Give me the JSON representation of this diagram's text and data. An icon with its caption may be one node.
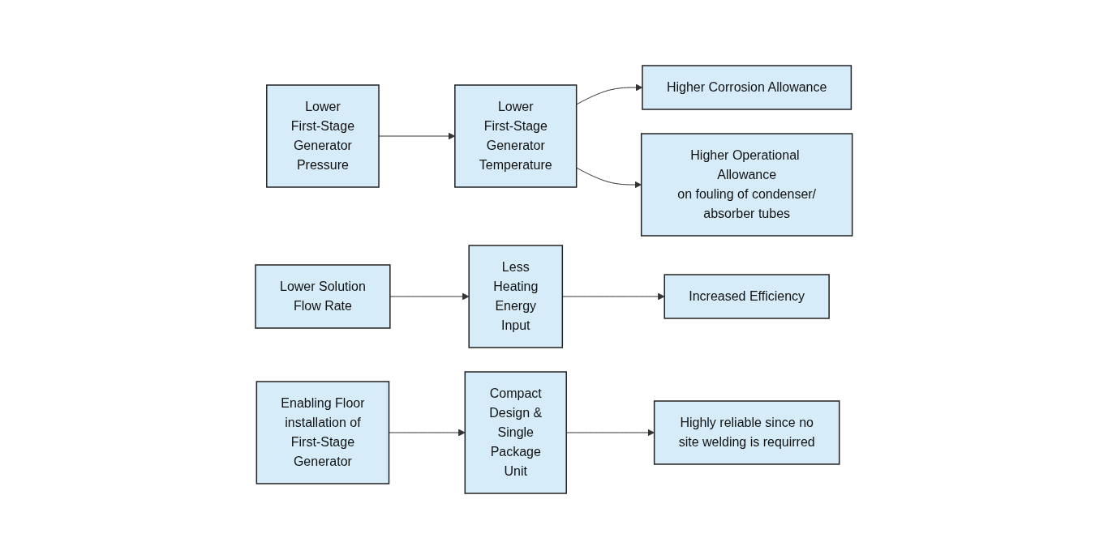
{
  "diagram": {
    "nodes": [
      {
        "text": [
          "Lower First-Stage Generator Pressure"
        ]
      },
      {
        "text": [
          "Lower First-Stage Generator Temperature"
        ]
      },
      {
        "text": [
          "Higher Corrosion Allowance"
        ]
      },
      {
        "text": [
          "Higher Operational Allowance on fouling of condenser/ absorber tubes"
        ]
      },
      {
        "text": [
          "Lower Solution Flow Rate"
        ]
      },
      {
        "text": [
          "Less Heating Energy Input"
        ]
      },
      {
        "text": [
          "Increased Efficiency"
        ]
      },
      {
        "text": [
          "Enabling Floor installation of First-Stage Generator"
        ]
      },
      {
        "text": [
          "Compact Design & Single Package Unit"
        ]
      },
      {
        "text": [
          "Highly reliable since no site welding is requirred"
        ]
      }
    ],
    "edges": [
      {
        "from": 0,
        "to": 1,
        "arrow": "to"
      },
      {
        "from": 1,
        "to": 2,
        "arrow": "to"
      },
      {
        "from": 1,
        "to": 3,
        "arrow": "to"
      },
      {
        "from": 4,
        "to": 5,
        "arrow": "to"
      },
      {
        "from": 5,
        "to": 6,
        "arrow": "to"
      },
      {
        "from": 7,
        "to": 8,
        "arrow": "to"
      },
      {
        "from": 8,
        "to": 9,
        "arrow": "to"
      }
    ]
  }
}
